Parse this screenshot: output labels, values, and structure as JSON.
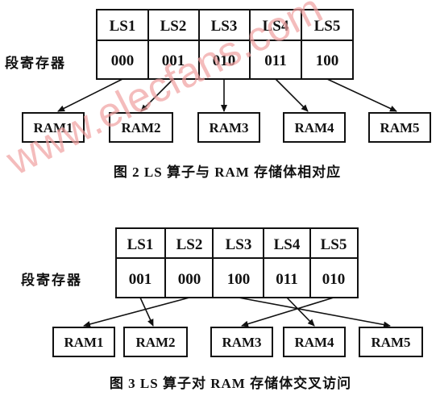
{
  "watermark": "www.elecfans.com",
  "figure1": {
    "side_label": "段寄存器",
    "columns": [
      "LS1",
      "LS2",
      "LS3",
      "LS4",
      "LS5"
    ],
    "codes": [
      "000",
      "001",
      "010",
      "011",
      "100"
    ],
    "rams": [
      "RAM1",
      "RAM2",
      "RAM3",
      "RAM4",
      "RAM5"
    ],
    "mapping": [
      0,
      1,
      2,
      3,
      4
    ],
    "caption": "图 2 LS 算子与 RAM 存储体相对应"
  },
  "figure2": {
    "side_label": "段寄存器",
    "columns": [
      "LS1",
      "LS2",
      "LS3",
      "LS4",
      "LS5"
    ],
    "codes": [
      "001",
      "000",
      "100",
      "011",
      "010"
    ],
    "rams": [
      "RAM1",
      "RAM2",
      "RAM3",
      "RAM4",
      "RAM5"
    ],
    "mapping": [
      1,
      0,
      4,
      3,
      2
    ],
    "caption": "图 3 LS 算子对 RAM 存储体交叉访问"
  }
}
